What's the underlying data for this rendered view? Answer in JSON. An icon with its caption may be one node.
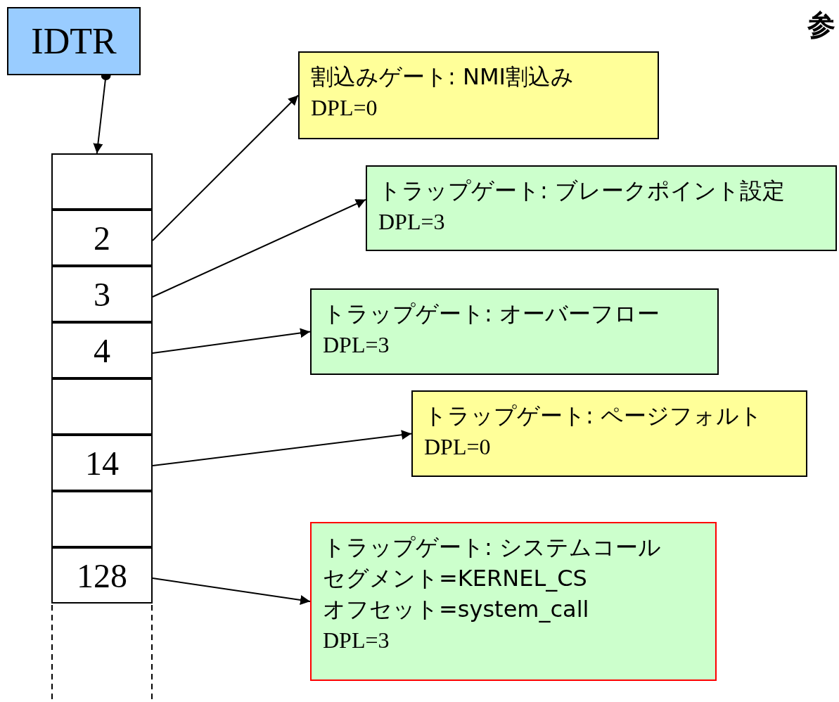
{
  "diagram": {
    "nodes": [
      {
        "text": [
          "IDTR"
        ]
      },
      {
        "text": [],
        "shape": "box"
      },
      {
        "text": [
          "2"
        ]
      },
      {
        "text": [
          "3"
        ]
      },
      {
        "text": [
          "4"
        ]
      },
      {
        "text": [],
        "shape": "box"
      },
      {
        "text": [
          "14"
        ]
      },
      {
        "text": [],
        "shape": "box"
      },
      {
        "text": [
          "128"
        ]
      },
      {
        "text": [
          "割込みゲート: NMI割込み",
          "DPL=0"
        ]
      },
      {
        "text": [
          "トラップゲート: ブレークポイント設定",
          "DPL=3"
        ]
      },
      {
        "text": [
          "トラップゲート: オーバーフロー",
          "DPL=3"
        ]
      },
      {
        "text": [
          "トラップゲート: ページフォルト",
          "DPL=0"
        ]
      },
      {
        "text": [
          "トラップゲート: システムコール",
          "セグメント=KERNEL_CS",
          "オフセット=system_call",
          "DPL=3"
        ]
      }
    ],
    "edges": [
      {
        "from": 0,
        "to": 1,
        "arrow": "to"
      },
      {
        "from": 2,
        "to": 9,
        "arrow": "to"
      },
      {
        "from": 3,
        "to": 10,
        "arrow": "to"
      },
      {
        "from": 4,
        "to": 11,
        "arrow": "to"
      },
      {
        "from": 6,
        "to": 12,
        "arrow": "to"
      },
      {
        "from": 8,
        "to": 13,
        "arrow": "to"
      }
    ],
    "labels": [
      "参"
    ]
  }
}
